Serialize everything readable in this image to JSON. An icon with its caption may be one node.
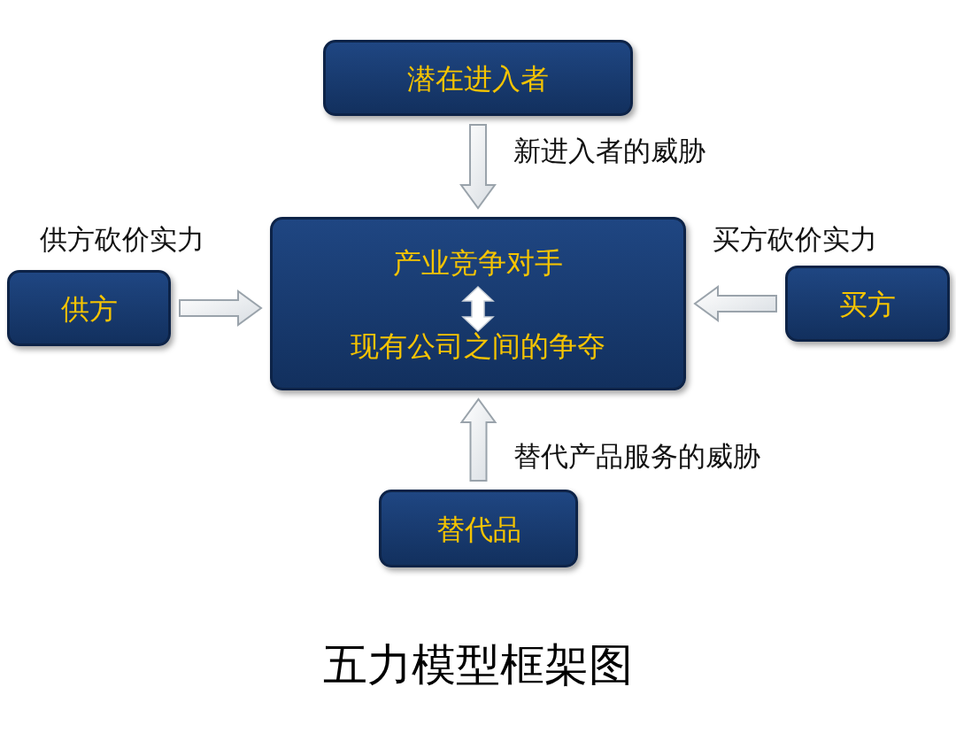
{
  "diagram": {
    "caption": "五力模型框架图",
    "nodes": [
      {
        "text": [
          "潜在进入者"
        ]
      },
      {
        "text": [
          "供方"
        ]
      },
      {
        "text": [
          "产业竞争对手",
          "现有公司之间的争夺"
        ]
      },
      {
        "text": [
          "买方"
        ]
      },
      {
        "text": [
          "替代品"
        ]
      }
    ],
    "edges": [
      {
        "from": 0,
        "to": 2,
        "arrow": "to",
        "label": "新进入者的威胁"
      },
      {
        "from": 1,
        "to": 2,
        "arrow": "to",
        "label": "供方砍价实力"
      },
      {
        "from": 3,
        "to": 2,
        "arrow": "to",
        "label": "买方砍价实力"
      },
      {
        "from": 4,
        "to": 2,
        "arrow": "to",
        "label": "替代产品服务的威胁"
      }
    ]
  }
}
